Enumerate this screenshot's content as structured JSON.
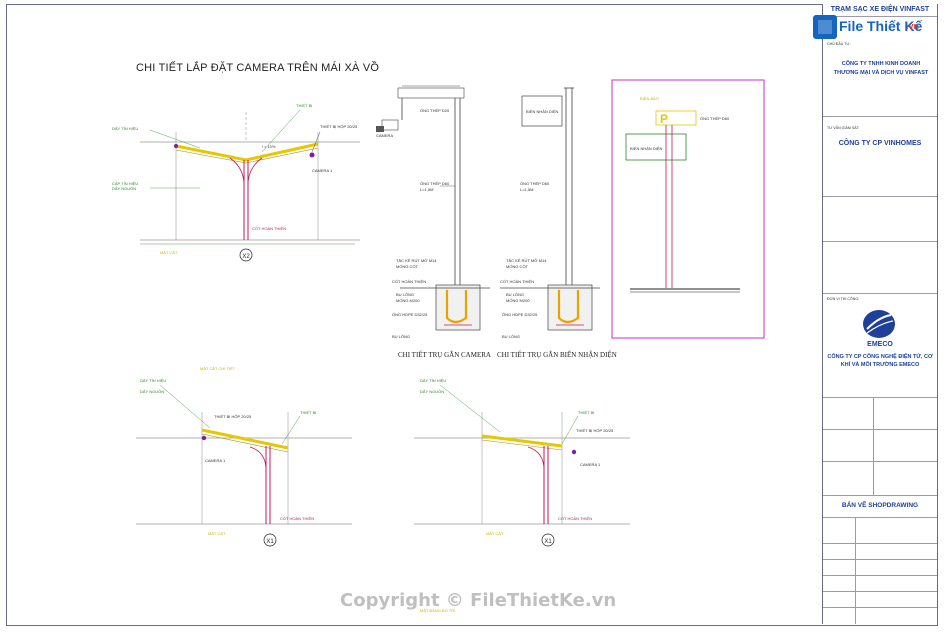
{
  "drawing": {
    "title": "CHI TIẾT LẮP ĐẶT CAMERA TRÊN MÁI XÀ VỒ",
    "caption_camera_pole": "CHI TIẾT TRỤ GẮN CAMERA",
    "caption_sign_pole": "CHI TIẾT TRỤ GẮN BIỂN NHẬN DIỆN",
    "axis_x2": "X2",
    "axis_x1_left": "X1",
    "axis_x1_right": "X1",
    "labels": {
      "pipe_d20": "ỐNG THÉP D20",
      "camera": "CAMERA",
      "camera_1": "CAMERA 1",
      "steel_pipe": "ỐNG THÉP D60",
      "lx": "L=1,5M",
      "anchor": "TẮC KÊ RÚT MỞ M14",
      "base": "MÓNG CỘT",
      "concrete": "CỐT HOÀN THIỆN",
      "bolt": "BU LÔNG",
      "foundation": "MÓNG M200",
      "conduit": "ỐNG HDPE D32/25",
      "sign": "BIỂN NHẬN DIỆN",
      "junction_box": "THIẾT BỊ HỘP 20/25",
      "slope": "i = 10%",
      "p_letter": "P"
    }
  },
  "watermark": "Copyright © FileThietKe.vn",
  "logo": {
    "brand": "File Thiết Kế",
    "domain": ".vn"
  },
  "title_block": {
    "project_title": "TRẠM SẠC XE ĐIỆN VINFAST",
    "owner_label": "CHỦ ĐẦU TƯ:",
    "owner_name": "CÔNG TY TNHH KINH DOANH THƯƠNG MẠI VÀ DỊCH VỤ VINFAST",
    "builder_label": "TƯ VẤN GIÁM SÁT:",
    "builder_name": "CÔNG TY CP VINHOMES",
    "designer_label": "ĐƠN VỊ THI CÔNG:",
    "designer_logo": "EMECO",
    "designer_name": "CÔNG TY CP CÔNG NGHỆ ĐIỆN TỬ, CƠ KHÍ VÀ MÔI TRƯỜNG EMECO",
    "drawing_type": "BẢN VẼ SHOPDRAWING"
  }
}
